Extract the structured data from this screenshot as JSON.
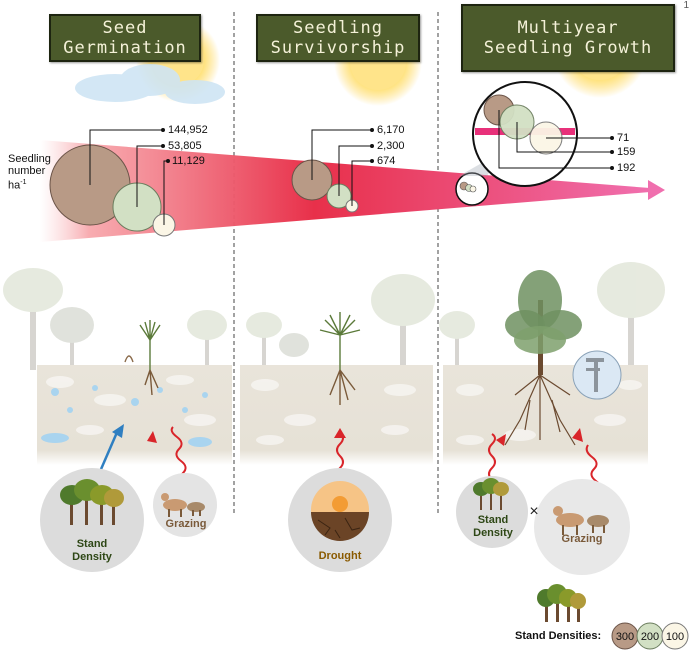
{
  "page_number": "1",
  "stages": [
    {
      "title_line1": "Seed",
      "title_line2": "Germination"
    },
    {
      "title_line1": "Seedling",
      "title_line2": "Survivorship"
    },
    {
      "title_line1": "Multiyear",
      "title_line2": "Seedling Growth"
    }
  ],
  "y_label": {
    "line1": "Seedling",
    "line2": "number",
    "line3": "ha",
    "sup": "-1"
  },
  "germination_values": [
    "144,952",
    "53,805",
    "11,129"
  ],
  "survivorship_values": [
    "6,170",
    "2,300",
    "674"
  ],
  "growth_values": [
    "71",
    "159",
    "192"
  ],
  "factors": {
    "stand_density_1": {
      "line1": "Stand",
      "line2": "Density"
    },
    "grazing_1": "Grazing",
    "drought": "Drought",
    "stand_density_2": {
      "line1": "Stand",
      "line2": "Density"
    },
    "times_symbol": "×",
    "grazing_2": "Grazing"
  },
  "legend": {
    "label": "Stand Densities:",
    "items": [
      {
        "label": "300",
        "color": "#b89a86"
      },
      {
        "label": "200",
        "color": "#d2e0c4"
      },
      {
        "label": "100",
        "color": "#fbf6e6"
      }
    ]
  },
  "colors": {
    "title_bg": "#4b5a2b",
    "arrow_red": "#e8304a",
    "arrow_pink": "#f06fae",
    "drought_arrow": "#d9252a",
    "water_arrow": "#2f7fc1"
  }
}
